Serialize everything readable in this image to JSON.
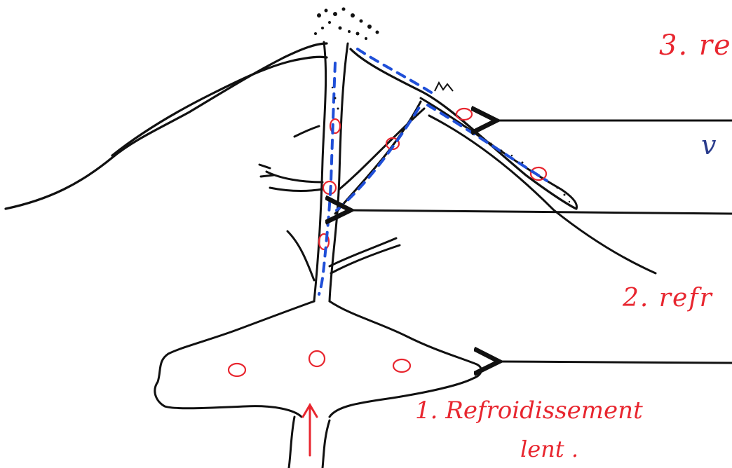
{
  "labels": {
    "stage3": "3. re",
    "v": "v",
    "stage2": "2. refr",
    "stage1_line1": "1. Refroidissement",
    "stage1_line2": "lent ."
  },
  "colors": {
    "ink": "#111111",
    "red_pen": "#e8262f",
    "blue_pen": "#1f4fd8",
    "blue_text": "#2a3c8c"
  },
  "legend_arrows": [
    {
      "target": "sill",
      "label_key": "v"
    },
    {
      "target": "dike",
      "label_key": ""
    },
    {
      "target": "magma-chamber",
      "label_key": "stage1_line1"
    }
  ]
}
